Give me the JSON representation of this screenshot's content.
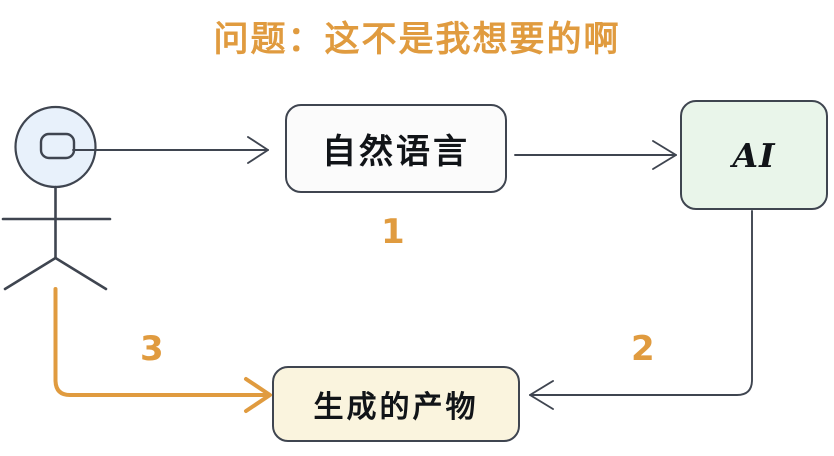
{
  "title": "问题：这不是我想要的啊",
  "colors": {
    "accent_orange": "#e09b3f",
    "stroke_dark": "#3f4550",
    "head_fill": "#e8f1fb",
    "box_natural_language_fill": "#fbfbfb",
    "box_ai_fill": "#e9f5ea",
    "box_output_fill": "#faf4de",
    "background": "#ffffff"
  },
  "actor": {
    "name": "stick-figure-user",
    "head_icon": "user-head-icon",
    "mouth_icon": "rounded-rect-icon"
  },
  "nodes": [
    {
      "id": "natural-language",
      "label": "自然语言"
    },
    {
      "id": "ai",
      "label": "AI"
    },
    {
      "id": "output",
      "label": "生成的产物"
    }
  ],
  "steps": [
    {
      "id": "1",
      "label": "1"
    },
    {
      "id": "2",
      "label": "2"
    },
    {
      "id": "3",
      "label": "3"
    }
  ],
  "edges": [
    {
      "id": "user-to-natural-language",
      "from": "stick-figure-user",
      "to": "natural-language",
      "color": "#3f4550"
    },
    {
      "id": "natural-language-to-ai",
      "from": "natural-language",
      "to": "ai",
      "step": "1",
      "color": "#3f4550"
    },
    {
      "id": "ai-to-output",
      "from": "ai",
      "to": "output",
      "step": "2",
      "color": "#3f4550"
    },
    {
      "id": "output-to-user",
      "from": "output",
      "to": "stick-figure-user",
      "step": "3",
      "color": "#e09b3f"
    }
  ]
}
